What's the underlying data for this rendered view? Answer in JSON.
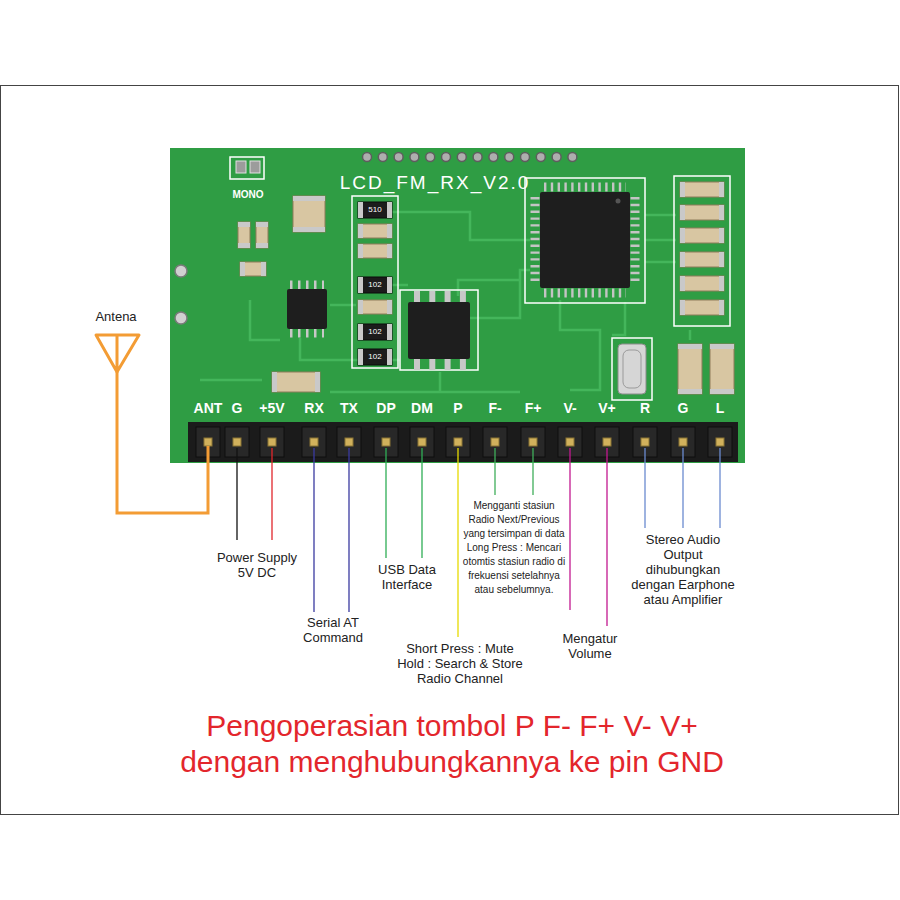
{
  "diagram": {
    "caption": "Pengoperasian tombol P F- F+ V- V+ dengan menghubungkannya ke pin GND",
    "labels": [
      "Antena",
      "MONO",
      "LCD_FM_RX_V2.0",
      "510",
      "102",
      "102",
      "102",
      "ANT",
      "G",
      "+5V",
      "RX",
      "TX",
      "DP",
      "DM",
      "P",
      "F-",
      "F+",
      "V-",
      "V+",
      "R",
      "G",
      "L",
      "Power Supply 5V DC",
      "Serial AT Command",
      "USB Data Interface",
      "Short Press : Mute Hold : Search & Store Radio Channel",
      "Mengganti stasiun Radio Next/Previous yang tersimpan di data Long Press : Mencari otomtis stasiun radio di frekuensi setelahnya atau sebelumnya.",
      "Mengatur Volume",
      "Stereo Audio Output dihubungkan dengan Earphone atau Amplifier"
    ]
  }
}
